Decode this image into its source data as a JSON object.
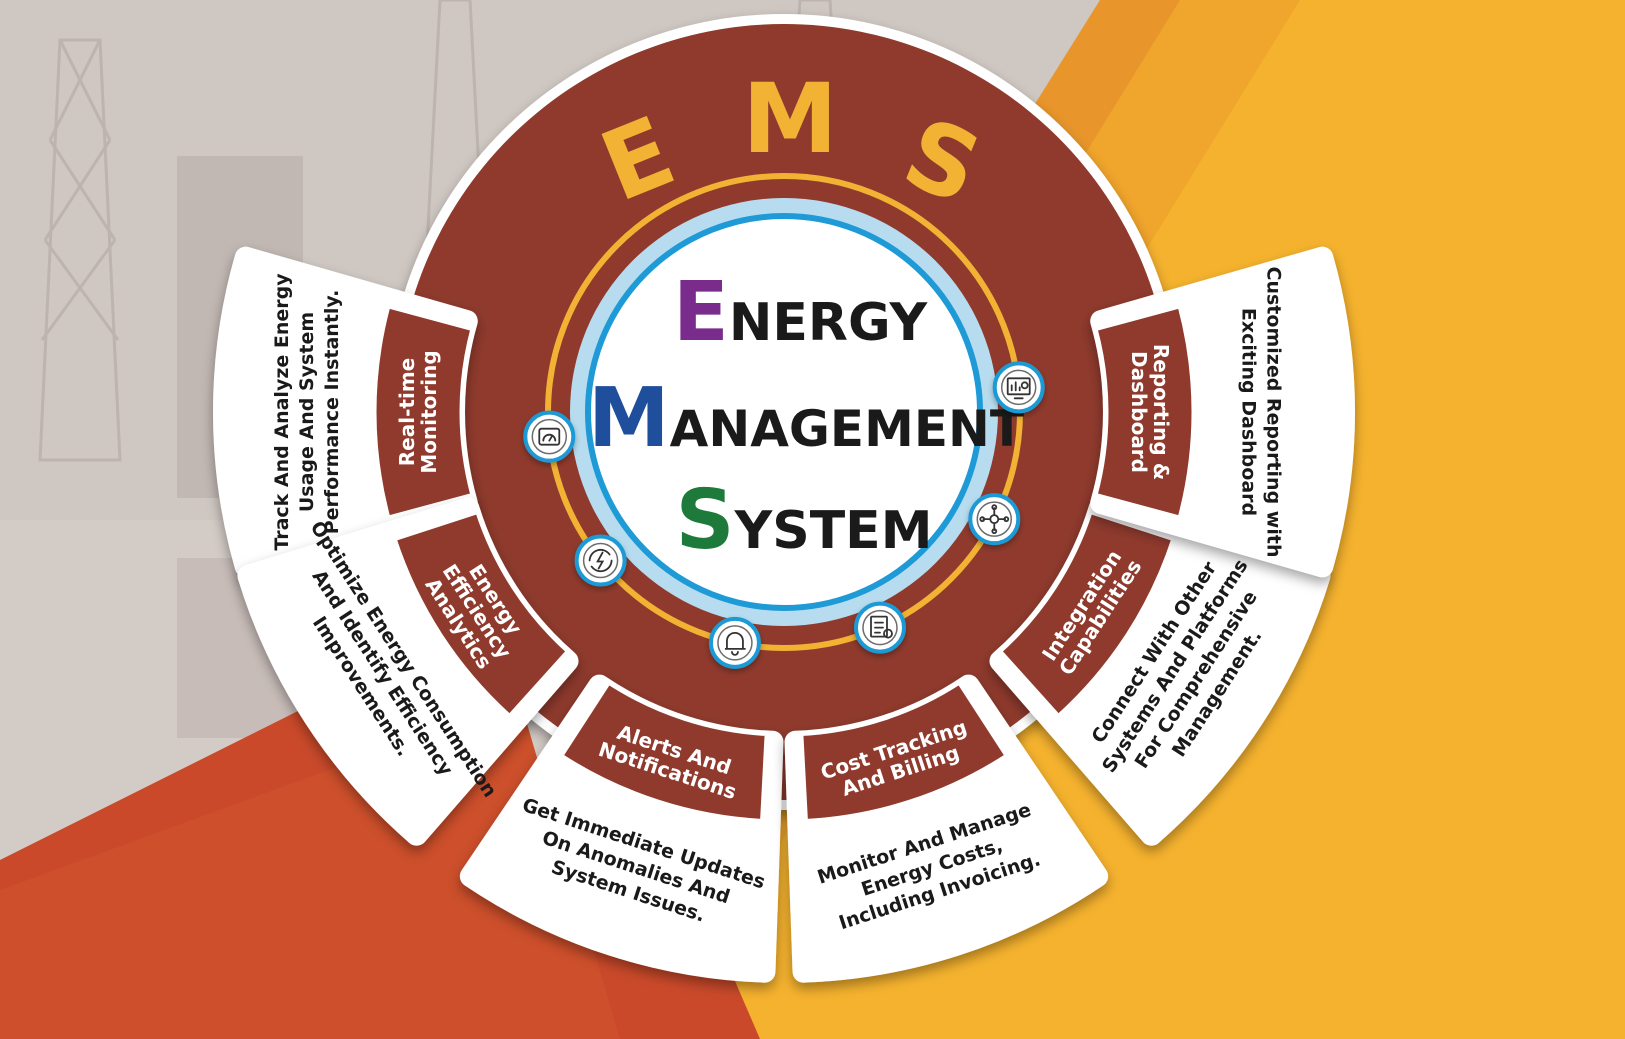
{
  "acronym": {
    "letters": [
      "E",
      "M",
      "S"
    ]
  },
  "center": {
    "line1": {
      "initial": "E",
      "rest": "NERGY"
    },
    "line2": {
      "initial": "M",
      "rest": "ANAGEMENT"
    },
    "line3": {
      "initial": "S",
      "rest": "YSTEM"
    }
  },
  "colors": {
    "ring": "#8f3a2d",
    "accent_gold": "#f2b233",
    "orange": "#e89b2a",
    "red_orange": "#c9492a",
    "initial_e": "#7a2c8c",
    "initial_m": "#1f4e9c",
    "initial_s": "#1e7a3a",
    "inner_ring_blue": "#1e9ad6",
    "inner_ring_light": "#b7dcef"
  },
  "features": [
    {
      "title_lines": [
        "Real-time",
        "Monitoring"
      ],
      "desc_lines": [
        "Track And Analyze Energy",
        "Usage And System",
        "Performance Instantly."
      ],
      "icon": "meter-icon"
    },
    {
      "title_lines": [
        "Energy",
        "Efficiency",
        "Analytics"
      ],
      "desc_lines": [
        "Optimize Energy Consumption",
        "And Identify Efficiency",
        "Improvements."
      ],
      "icon": "energy-cycle-icon"
    },
    {
      "title_lines": [
        "Alerts And",
        "Notifications"
      ],
      "desc_lines": [
        "Get Immediate Updates",
        "On Anomalies And",
        "System Issues."
      ],
      "icon": "bell-icon"
    },
    {
      "title_lines": [
        "Cost Tracking",
        "And Billing"
      ],
      "desc_lines": [
        "Monitor And Manage",
        "Energy Costs,",
        "Including Invoicing."
      ],
      "icon": "billing-icon"
    },
    {
      "title_lines": [
        "Integration",
        "Capabilities"
      ],
      "desc_lines": [
        "Connect With Other",
        "Systems And Platforms",
        "For Comprehensive",
        "Management."
      ],
      "icon": "network-icon"
    },
    {
      "title_lines": [
        "Reporting &",
        "Dashboard"
      ],
      "desc_lines": [
        "Customized Reporting with",
        "Exciting Dashboard"
      ],
      "icon": "dashboard-icon"
    }
  ]
}
